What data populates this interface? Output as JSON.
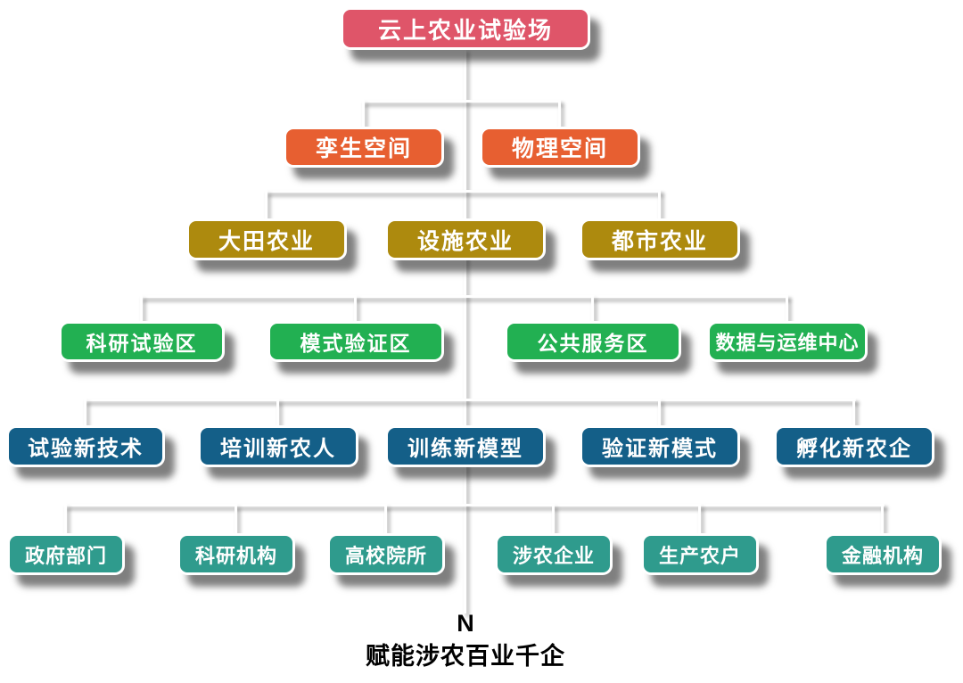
{
  "tree": {
    "root": "云上农业试验场",
    "level2": [
      "孪生空间",
      "物理空间"
    ],
    "level3": [
      "大田农业",
      "设施农业",
      "都市农业"
    ],
    "level4": [
      "科研试验区",
      "模式验证区",
      "公共服务区",
      "数据与运维中心"
    ],
    "level5": [
      "试验新技术",
      "培训新农人",
      "训练新模型",
      "验证新模式",
      "孵化新农企"
    ],
    "level6": [
      "政府部门",
      "科研机构",
      "高校院所",
      "涉农企业",
      "生产农户",
      "金融机构"
    ],
    "compass": "N",
    "caption": "赋能涉农百业千企"
  },
  "colors": {
    "root": "#df5569",
    "level2": "#e75f31",
    "level3": "#ad8a0e",
    "level4": "#22b052",
    "level5": "#145f88",
    "level6": "#2f9b8d",
    "connector": "#ffffff",
    "caption_text": "#000000",
    "background": "#ffffff"
  }
}
